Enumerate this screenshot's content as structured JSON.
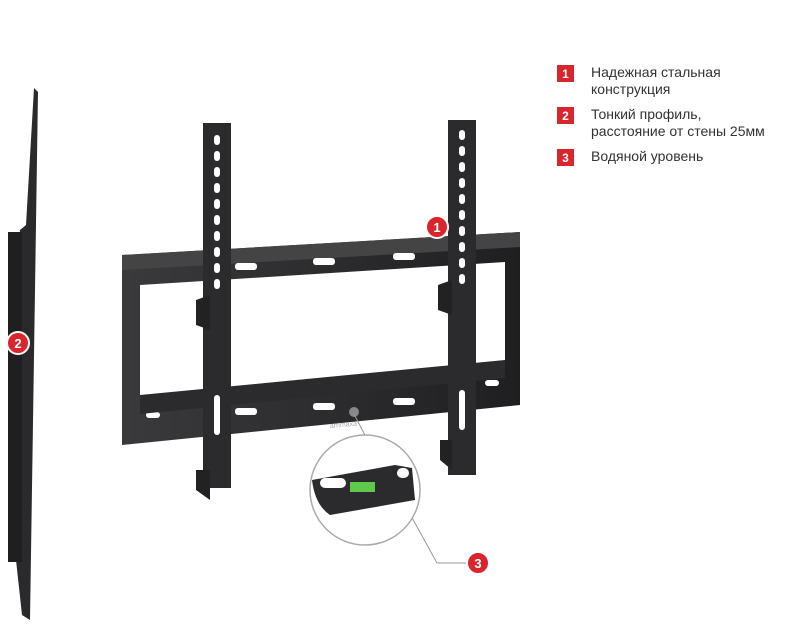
{
  "legend": [
    {
      "number": "1",
      "lines": [
        "Надежная стальная",
        "конструкция"
      ]
    },
    {
      "number": "2",
      "lines": [
        "Тонкий профиль,",
        "расстояние от стены 25мм"
      ]
    },
    {
      "number": "3",
      "lines": [
        "Водяной уровень"
      ]
    }
  ],
  "callouts": {
    "steel": "1",
    "profile": "2",
    "level": "3"
  },
  "brand_logo": "arrimaxa",
  "colors": {
    "accent": "#d9262c",
    "metal": "#2b2b2d",
    "level": "#5ec94a"
  }
}
